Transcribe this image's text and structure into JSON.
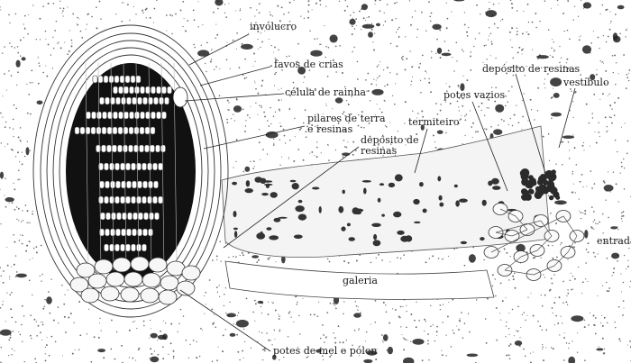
{
  "labels": {
    "involucro": "invólucro",
    "favos": "favos de crias",
    "celula_rainha": "célula de rainha",
    "pilares_1": "pilares de terra",
    "pilares_2": "e resinas",
    "deposito_left_1": "depósito de",
    "deposito_left_2": "resinas",
    "termiteiro": "termiteiro",
    "potes_vazios": "potes vazios",
    "deposito_right": "depósito de resinas",
    "vestibulo": "vestíbulo",
    "entrada": "entrada",
    "galeria": "galeria",
    "potes_mel": "potes de mel e pólen"
  },
  "colors": {
    "ink": "#1a1a1a",
    "stipple": "#6b6b6b",
    "cavity": "#111111",
    "resin": "#2a2a2a"
  }
}
